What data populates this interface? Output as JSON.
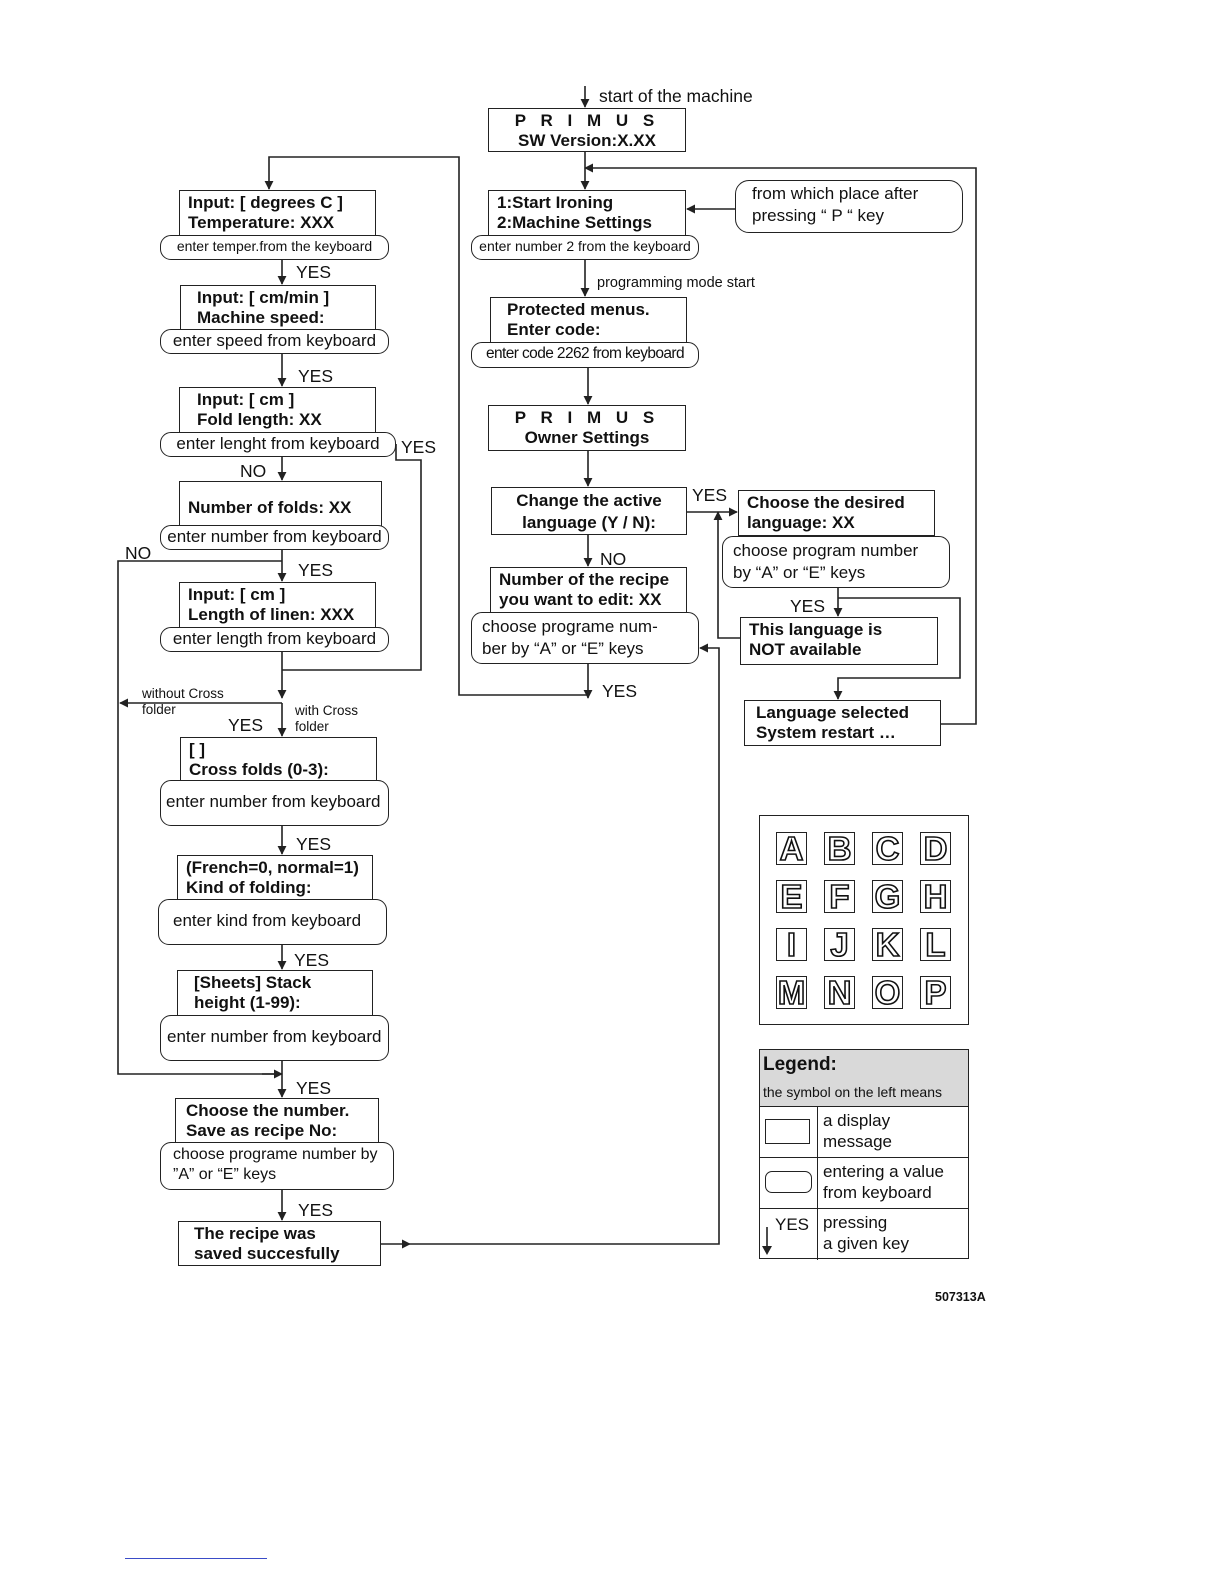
{
  "machine_start": "start of the machine",
  "primus_main": {
    "line1": "P R I M U S",
    "line2": "SW Version:X.XX"
  },
  "start_menu": {
    "line1": "1:Start Ironing",
    "line2": "2:Machine Settings"
  },
  "start_menu_input": "enter number 2 from the keyboard",
  "p_key_note": {
    "line1": "from which place after",
    "line2": "pressing “ P “ key"
  },
  "programming_mode": "programming mode start",
  "protected": {
    "line1": "Protected menus.",
    "line2": "Enter code:"
  },
  "protected_input": "enter code 2262 from keyboard",
  "owner_settings": {
    "line1": "P R I M U S",
    "line2": "Owner Settings"
  },
  "change_language": {
    "line1": "Change the active",
    "line2": "language (Y / N):"
  },
  "choose_language": {
    "line1": "Choose the desired",
    "line2": "language: XX"
  },
  "choose_language_input": {
    "line1": "choose program number",
    "line2": "by “A” or “E” keys"
  },
  "not_available": {
    "line1": "This language is",
    "line2": "NOT available"
  },
  "language_selected": {
    "line1": "Language selected",
    "line2": "System restart …"
  },
  "recipe_number": {
    "line1": "Number of the recipe",
    "line2": "you want to edit: XX"
  },
  "recipe_number_input": {
    "line1": "choose programe num-",
    "line2": "ber by “A” or “E” keys"
  },
  "temperature": {
    "line1": "Input: [ degrees C ]",
    "line2": "Temperature: XXX"
  },
  "temperature_input": "enter temper.from the keyboard",
  "speed": {
    "line1": "Input: [ cm/min ]",
    "line2": "Machine speed:"
  },
  "speed_input": "enter speed from keyboard",
  "fold_length": {
    "line1": "Input: [ cm ]",
    "line2": "Fold length: XX"
  },
  "fold_length_input": "enter lenght from keyboard",
  "num_folds": {
    "line1": "Number of folds: XX"
  },
  "num_folds_input": "enter number from keyboard",
  "linen_length": {
    "line1": "Input: [ cm ]",
    "line2": "Length of linen: XXX"
  },
  "linen_length_input": "enter length from keyboard",
  "without_cross": {
    "line1": "without Cross",
    "line2": "folder"
  },
  "with_cross": {
    "line1": "with Cross",
    "line2": "folder"
  },
  "cross_folds": {
    "line1": "[  ]",
    "line2": "Cross folds (0-3):"
  },
  "cross_folds_input": "enter number from keyboard",
  "kind_folding": {
    "line1": "(French=0, normal=1)",
    "line2": "Kind of folding:"
  },
  "kind_folding_input": "enter kind from keyboard",
  "stack_height": {
    "line1": "[Sheets] Stack",
    "line2": "height (1-99):"
  },
  "stack_height_input": "enter number from keyboard",
  "save_recipe": {
    "line1": "Choose the number.",
    "line2": "Save as recipe No:"
  },
  "save_recipe_input": {
    "line1": "choose programe number by",
    "line2": "”A” or “E” keys"
  },
  "saved": {
    "line1": "The recipe was",
    "line2": "saved succesfully"
  },
  "labels": {
    "yes": "YES",
    "no": "NO"
  },
  "keys": [
    "A",
    "B",
    "C",
    "D",
    "E",
    "F",
    "G",
    "H",
    "I",
    "J",
    "K",
    "L",
    "M",
    "N",
    "O",
    "P"
  ],
  "legend": {
    "title": "Legend:",
    "subtitle": "the symbol on the left means",
    "display": {
      "line1": "a display",
      "line2": "message"
    },
    "entry": {
      "line1": "entering a value",
      "line2": "from keyboard"
    },
    "key": {
      "line1": "pressing",
      "line2": "a given key"
    },
    "key_symbol_label": "YES"
  },
  "figure_code": "507313A"
}
